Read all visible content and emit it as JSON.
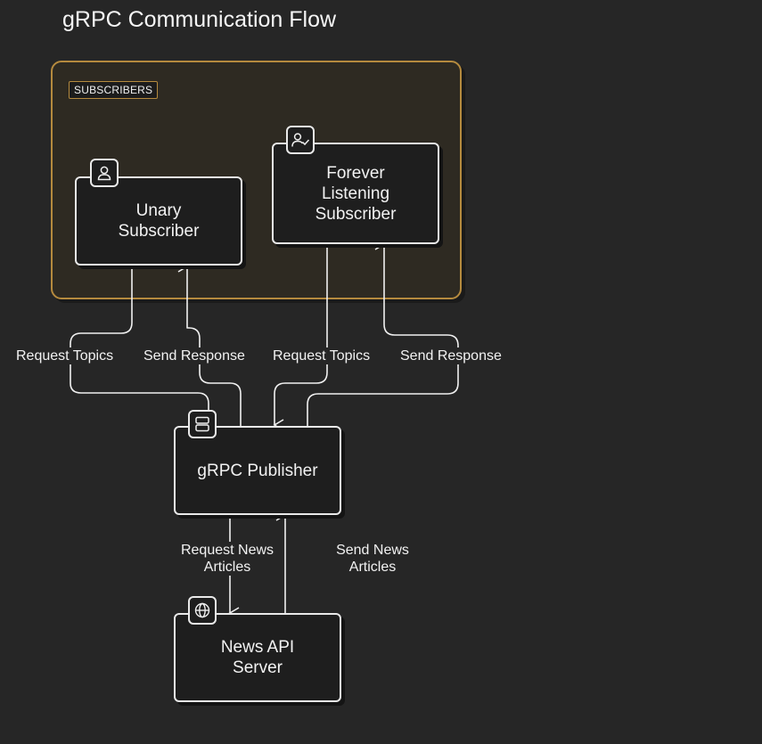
{
  "title": "gRPC Communication Flow",
  "group": {
    "label": "SUBSCRIBERS"
  },
  "nodes": {
    "unary": {
      "label": "Unary\nSubscriber",
      "icon": "user-icon"
    },
    "forever": {
      "label": "Forever\nListening\nSubscriber",
      "icon": "user-check-icon"
    },
    "publisher": {
      "label": "gRPC Publisher",
      "icon": "server-icon"
    },
    "news_api": {
      "label": "News API\nServer",
      "icon": "globe-icon"
    }
  },
  "edges": {
    "unary_request": "Request Topics",
    "unary_response": "Send Response",
    "forever_request": "Request Topics",
    "forever_response": "Send Response",
    "news_request": "Request News\nArticles",
    "news_response": "Send News\nArticles"
  },
  "colors": {
    "background": "#262626",
    "group_border": "#b58a3e",
    "node_border": "#e9e9e9",
    "node_fill": "#1e1e1e",
    "text": "#f2f2f2"
  }
}
